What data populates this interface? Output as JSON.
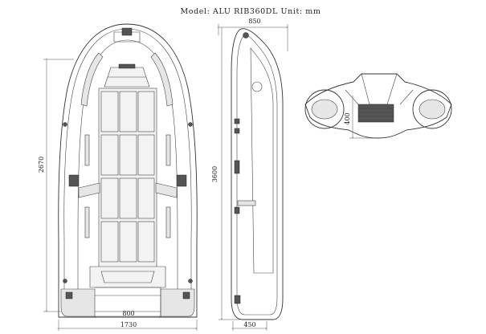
{
  "header": {
    "title": "Model: ALU RIB360DL  Unit: mm"
  },
  "dimensions": {
    "top_width": "850",
    "length_overall": "2670",
    "side_length": "3600",
    "front_height": "400",
    "inner_width": "800",
    "total_width": "1730",
    "side_bottom": "450"
  }
}
